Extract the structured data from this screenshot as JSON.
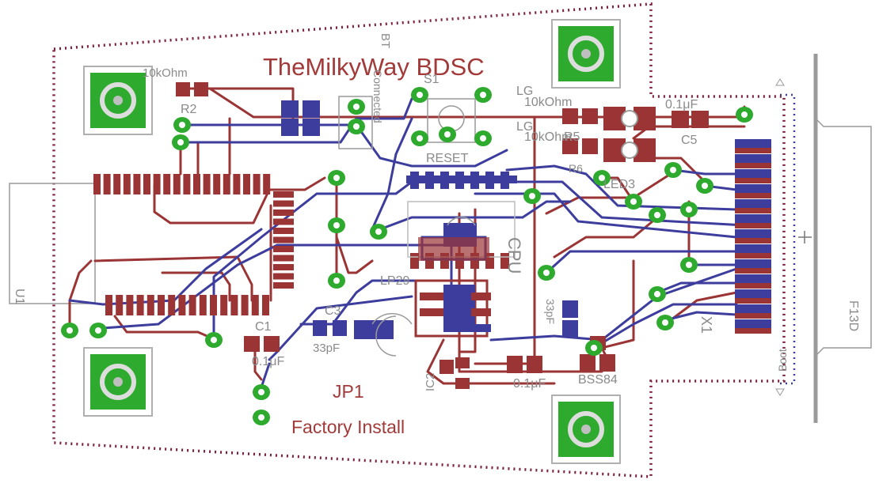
{
  "labels": {
    "title": "TheMilkyWay BDSC",
    "jp1": "JP1",
    "factory": "Factory Install",
    "u1": "U1",
    "c1": "C1",
    "c1_val": "0.1μF",
    "c3": "C3",
    "c3_val": "33pF",
    "c2_val": "0.1μF",
    "c5": "C5",
    "c5_val": "0.1μF",
    "r_top_val": "10kOhm",
    "r2": "R2",
    "r5": "R5",
    "r6": "R6",
    "r_val_a": "10kOhm",
    "r_val_b": "10kOhm",
    "lg_a": "LG",
    "lg_b": "LG",
    "led3": "LED3",
    "s1": "S1",
    "reset": "RESET",
    "lp29": "LP29",
    "ic2": "IC2",
    "bss84": "BSS84",
    "x1": "X1",
    "f13d": "F13D",
    "bt": "BT",
    "connected": "Connected",
    "c33pf": "33pF",
    "boot": "Boot",
    "cpu": "CPU"
  },
  "colors": {
    "copper_top": "#9b3535",
    "copper_bottom": "#3d3d9e",
    "pad_green": "#2eaa2e",
    "board_outline": "#7a1f3a",
    "silk": "#9a9a9a"
  }
}
